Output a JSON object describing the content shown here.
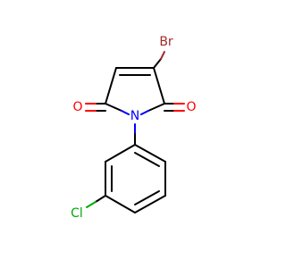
{
  "molecule": {
    "atoms": {
      "bromine": "Br",
      "oxygen_left": "O",
      "oxygen_right": "O",
      "nitrogen": "N",
      "chlorine": "Cl"
    },
    "colors": {
      "bromine": "#a52a2a",
      "oxygen": "#ff0000",
      "nitrogen": "#0000ff",
      "chlorine": "#00aa00",
      "carbon_bond": "#000000"
    }
  }
}
